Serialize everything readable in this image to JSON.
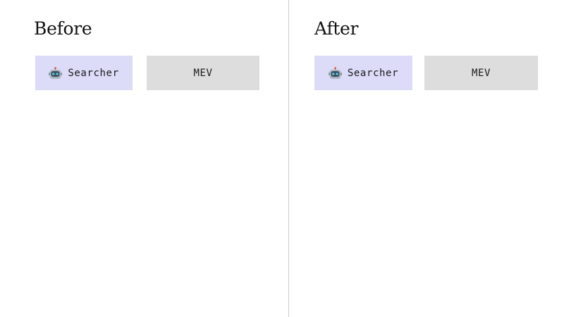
{
  "panels": [
    {
      "title": "Before",
      "chips": [
        {
          "label": "Searcher",
          "icon": "robot-icon",
          "background": "#dcdbf8"
        },
        {
          "label": "MEV",
          "background": "#dddddd"
        }
      ]
    },
    {
      "title": "After",
      "chips": [
        {
          "label": "Searcher",
          "icon": "robot-icon",
          "background": "#dcdbf8"
        },
        {
          "label": "MEV",
          "background": "#dddddd"
        }
      ]
    }
  ],
  "colors": {
    "divider": "#cfcfcf",
    "searcher_bg": "#dcdbf8",
    "mev_bg": "#dddddd"
  }
}
